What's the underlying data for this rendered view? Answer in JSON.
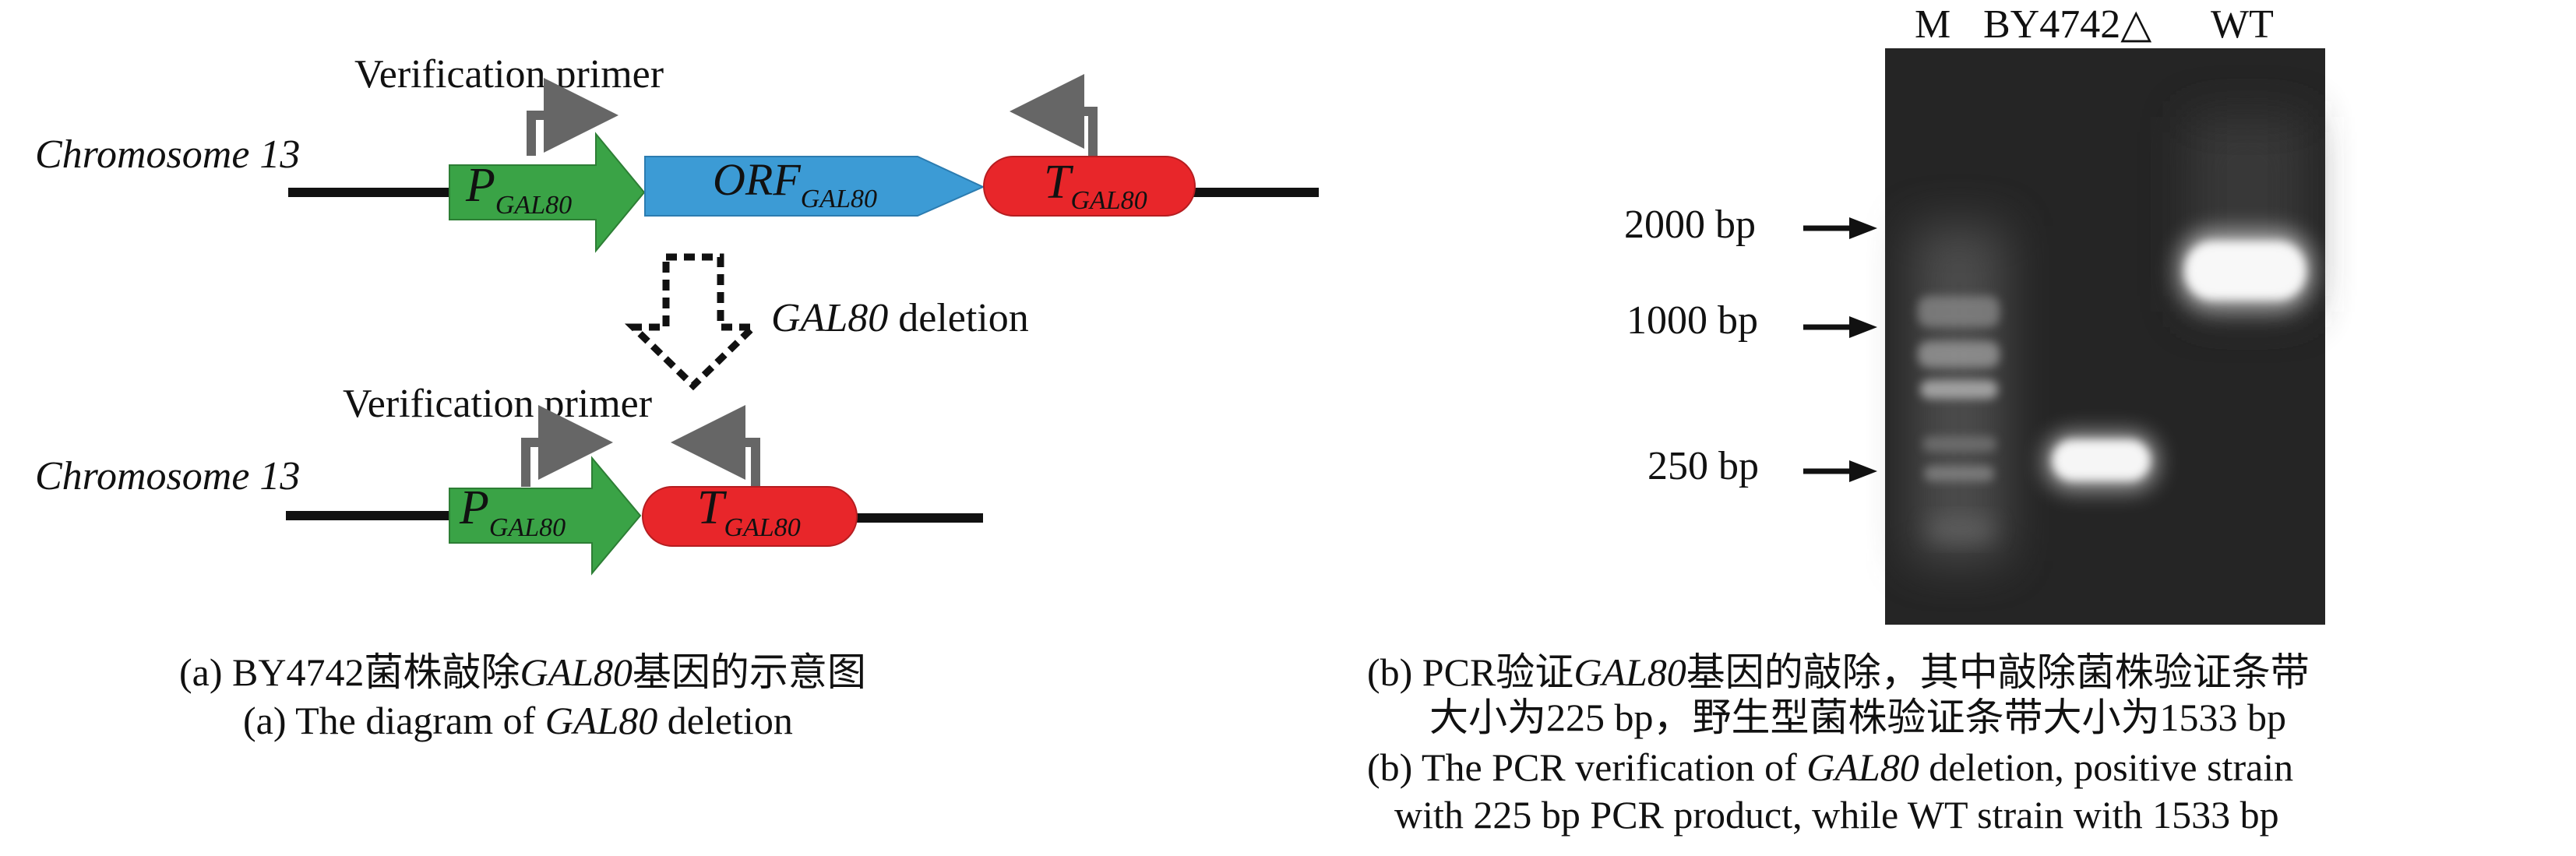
{
  "panel_a": {
    "top": {
      "primer_label": "Verification primer",
      "chromosome_label": "Chromosome 13",
      "promoter": {
        "main": "P",
        "sub": "GAL80"
      },
      "orf": {
        "main": "ORF",
        "sub": "GAL80"
      },
      "terminator": {
        "main": "T",
        "sub": "GAL80"
      }
    },
    "deletion": {
      "gene": "GAL80",
      "text": " deletion"
    },
    "bottom": {
      "primer_label": "Verification primer",
      "chromosome_label": "Chromosome 13",
      "promoter": {
        "main": "P",
        "sub": "GAL80"
      },
      "terminator": {
        "main": "T",
        "sub": "GAL80"
      }
    },
    "caption_cn": {
      "pre": "(a) BY4742菌株敲除",
      "gene": "GAL80",
      "post": "基因的示意图"
    },
    "caption_en": {
      "pre": "(a) The diagram of ",
      "gene": "GAL80",
      "post": " deletion"
    }
  },
  "panel_b": {
    "lanes": [
      "M",
      "BY4742△",
      "WT"
    ],
    "markers": [
      "2000 bp",
      "1000 bp",
      "250 bp"
    ],
    "caption_cn_line1": {
      "pre": "(b) PCR验证",
      "gene": "GAL80",
      "post": "基因的敲除，其中敲除菌株验证条带"
    },
    "caption_cn_line2": "大小为225 bp，野生型菌株验证条带大小为1533 bp",
    "caption_en_line1": {
      "pre": "(b) The PCR verification of ",
      "gene": "GAL80",
      "post": " deletion, positive strain"
    },
    "caption_en_line2": "with 225 bp PCR product, while WT strain with 1533 bp"
  },
  "colors": {
    "promoter": "#3aa346",
    "orf": "#3c9bd5",
    "terminator": "#e8262a",
    "primer_arrow": "#666666",
    "gel_bg": "#2b2b2b"
  }
}
